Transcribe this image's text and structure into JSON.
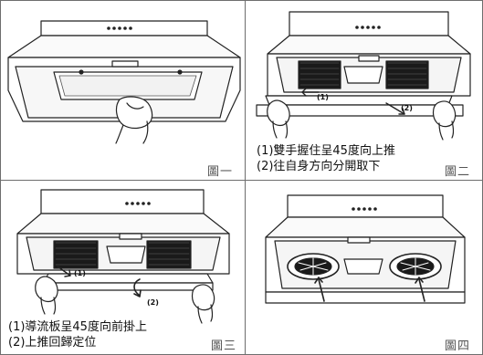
{
  "panels": [
    {
      "figure_label": "圖一",
      "caption_lines": [],
      "arrow_labels": []
    },
    {
      "figure_label": "圖二",
      "caption_lines": [
        "(1)雙手握住呈45度向上推",
        "(2)往自身方向分開取下"
      ],
      "arrow_labels": [
        "(1)",
        "(2)"
      ]
    },
    {
      "figure_label": "圖三",
      "caption_lines": [
        "(1)導流板呈45度向前掛上",
        "(2)上推回歸定位"
      ],
      "arrow_labels": [
        "(1)",
        "(2)"
      ]
    },
    {
      "figure_label": "圖四",
      "caption_lines": [],
      "arrow_labels": []
    }
  ],
  "icons": [
    "hand-icon",
    "arrow-icon",
    "curved-arrow-icon"
  ],
  "colors": {
    "line": "#222222",
    "grid": "#6e6e6e",
    "filter": "#1a1a1a"
  }
}
